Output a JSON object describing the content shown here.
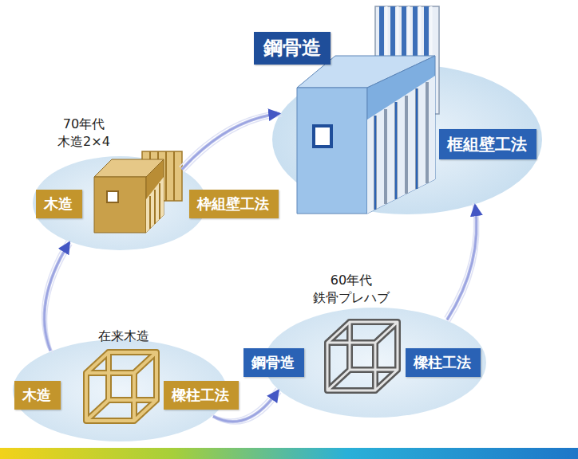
{
  "diagram": {
    "nodes": [
      {
        "text": [
          "鋼骨造"
        ]
      },
      {
        "text": [
          "框組壁工法"
        ],
        "in": 0
      },
      {
        "text": [
          "70年代 木造2×4"
        ]
      },
      {
        "text": [
          "木造"
        ],
        "in": 2
      },
      {
        "text": [
          "枠組壁工法"
        ],
        "in": 2
      },
      {
        "text": [
          "60年代 鉄骨プレハブ"
        ]
      },
      {
        "text": [
          "鋼骨造"
        ],
        "in": 5
      },
      {
        "text": [
          "樑柱工法"
        ],
        "in": 5
      },
      {
        "text": [
          "在来木造"
        ]
      },
      {
        "text": [
          "木造"
        ],
        "in": 8
      },
      {
        "text": [
          "樑柱工法"
        ],
        "in": 8
      }
    ],
    "edges": [
      {
        "from": 8,
        "to": 2,
        "arrow": "to"
      },
      {
        "from": 2,
        "to": 0,
        "arrow": "to"
      },
      {
        "from": 8,
        "to": 5,
        "arrow": "to"
      },
      {
        "from": 5,
        "to": 0,
        "arrow": "to"
      }
    ]
  }
}
